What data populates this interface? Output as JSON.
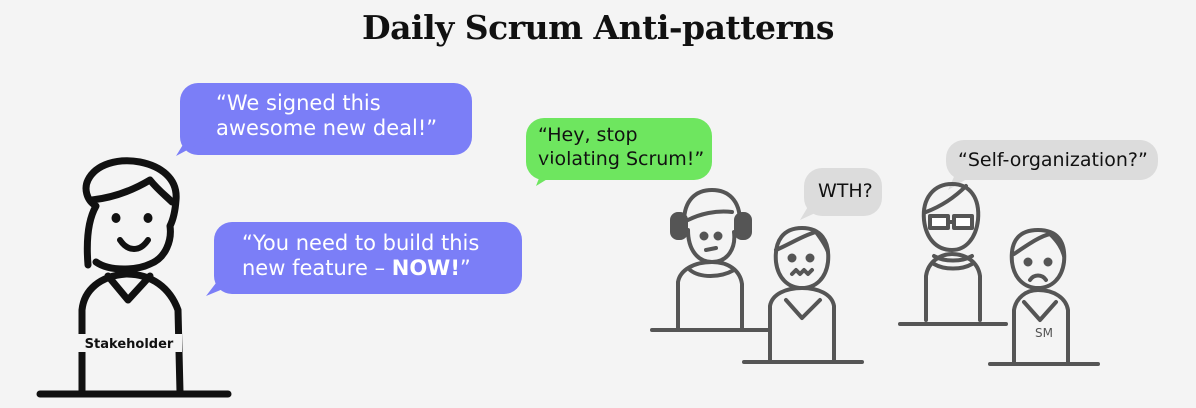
{
  "title": "Daily Scrum Anti-patterns",
  "bubbles": {
    "deal": {
      "line1": "“We signed this",
      "line2": "awesome new deal!”",
      "color": "#7b7ef7"
    },
    "feature": {
      "line1": "“You need to build this",
      "line2_prefix": "new feature – ",
      "line2_bold": "NOW!",
      "line2_suffix": "”",
      "color": "#7b7ef7"
    },
    "stop": {
      "line1": "“Hey, stop",
      "line2": "violating Scrum!”",
      "color": "#6ee65f"
    },
    "wth": {
      "text": "WTH?",
      "color": "#dcdcdc"
    },
    "self_org": {
      "text": "“Self-organization?”",
      "color": "#dcdcdc"
    }
  },
  "figures": {
    "stakeholder_label": "Stakeholder",
    "sm_label": "SM"
  }
}
